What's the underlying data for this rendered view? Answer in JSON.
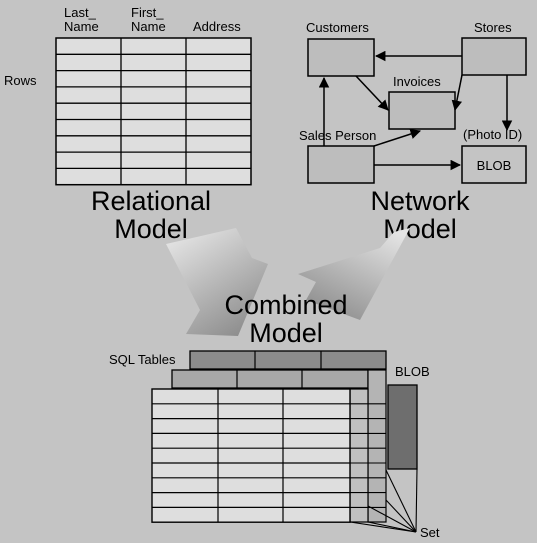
{
  "relational": {
    "columns": [
      "Last_",
      "Name",
      "First_",
      "Name",
      "Address"
    ],
    "rows_label": "Rows",
    "title_line1": "Relational",
    "title_line2": "Model"
  },
  "network": {
    "customers": "Customers",
    "stores": "Stores",
    "invoices": "Invoices",
    "sales_person": "Sales Person",
    "photo_id": "(Photo ID)",
    "blob": "BLOB",
    "title_line1": "Network",
    "title_line2": "Model"
  },
  "combined": {
    "title_line1": "Combined",
    "title_line2": "Model",
    "sql_tables": "SQL Tables",
    "blob": "BLOB",
    "set": "Set"
  },
  "colors": {
    "background": "#c4c4c4",
    "cell": "#dedede",
    "node": "#bdbdbd",
    "back_table": "#8c8c8c",
    "blob_dark": "#6e6e6e"
  }
}
